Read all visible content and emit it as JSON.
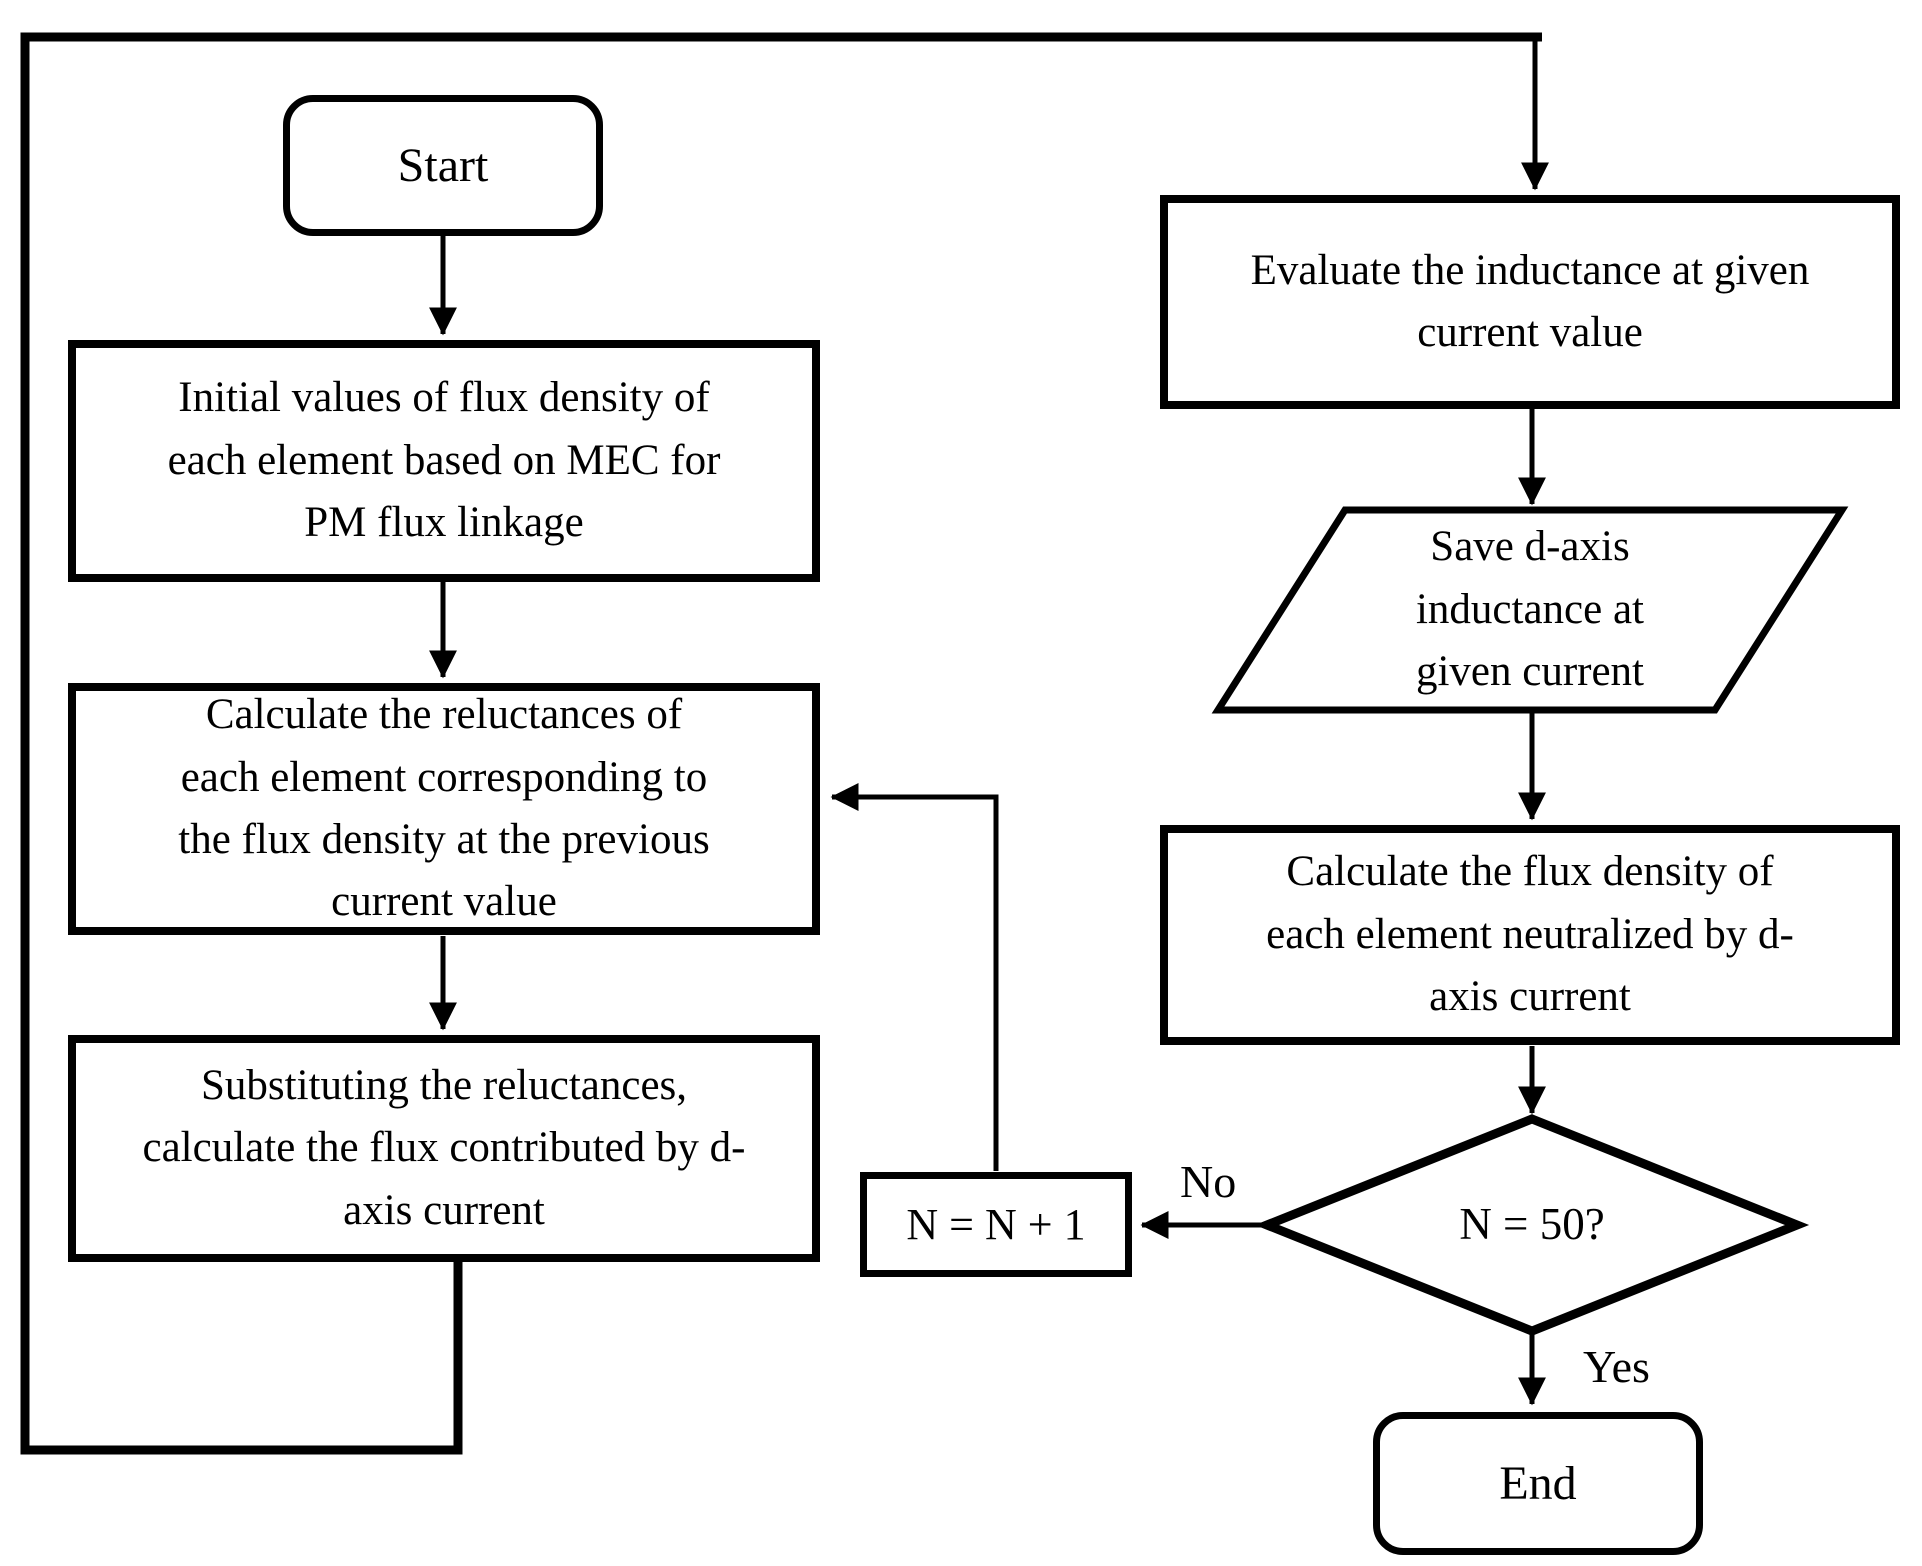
{
  "flowchart": {
    "background_color": "#ffffff",
    "line_color": "#000000",
    "nodes": {
      "start": {
        "type": "terminal",
        "label": "Start"
      },
      "init": {
        "type": "process",
        "lines": [
          "Initial values of flux density of",
          "each element based on MEC for",
          "PM flux linkage"
        ]
      },
      "reluctances": {
        "type": "process",
        "lines": [
          "Calculate the reluctances of",
          "each element corresponding to",
          "the flux density at the previous",
          "current value"
        ]
      },
      "substitute": {
        "type": "process",
        "lines": [
          "Substituting the reluctances,",
          "calculate the flux contributed by d-",
          "axis current"
        ]
      },
      "evaluate": {
        "type": "process",
        "lines": [
          "Evaluate the inductance at given",
          "current value"
        ]
      },
      "save": {
        "type": "data-parallelogram",
        "lines": [
          "Save d-axis",
          "inductance at",
          "given current"
        ]
      },
      "neutralize": {
        "type": "process",
        "lines": [
          "Calculate the flux density of",
          "each element neutralized by d-",
          "axis current"
        ]
      },
      "decision": {
        "type": "decision",
        "label": "N = 50?"
      },
      "increment": {
        "type": "process",
        "label": "N = N + 1"
      },
      "end": {
        "type": "terminal",
        "label": "End"
      }
    },
    "edge_labels": {
      "no": "No",
      "yes": "Yes"
    }
  }
}
